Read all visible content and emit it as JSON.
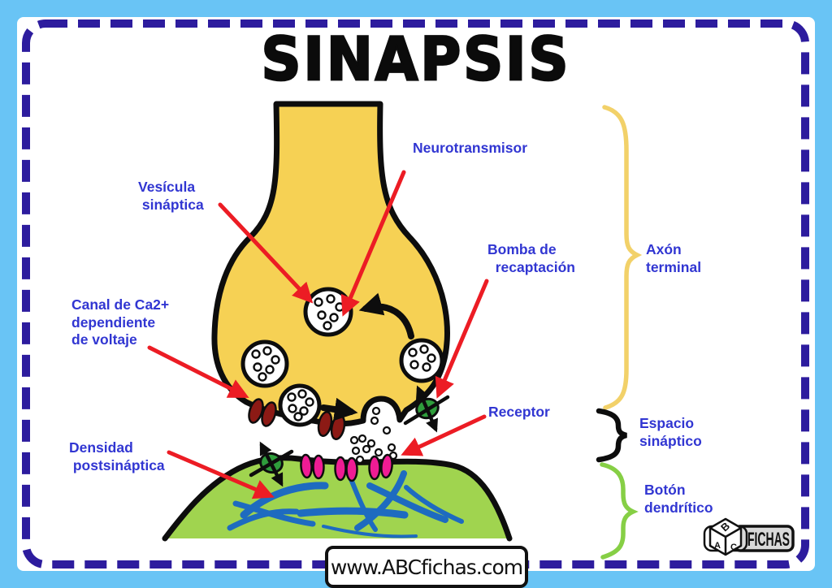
{
  "title": "SINAPSIS",
  "diagram_labels": {
    "neurotransmitter": "Neurotransmisor",
    "synaptic_vesicle": "Vesícula\n sináptica",
    "reuptake_pump": "Bomba de\n  recaptación",
    "calcium_channel": "Canal de Ca2+\ndependiente\nde voltaje",
    "postsynaptic_density": "Densidad\n postsináptica",
    "receptor": "Receptor",
    "axon_terminal": "Axón\nterminal",
    "synaptic_space": "Espacio\nsináptico",
    "dendritic_button": "Botón\ndendrítico"
  },
  "watermark": "www.ABCfichas.com",
  "logo": {
    "cube_top": "B",
    "cube_left": "A",
    "cube_right": "C",
    "brand": "FICHAS"
  },
  "colors": {
    "frame_blue": "#69c4f5",
    "dash_indigo": "#2d1c9e",
    "axon_yellow": "#f6d154",
    "dendrite_green": "#a0d44f",
    "pump_green": "#2f9e3c",
    "channel_maroon": "#8c1a15",
    "receptor_pink": "#ef1c94",
    "filament_blue": "#1e6bc0",
    "label_blue": "#3136d2",
    "arrow_red": "#ec1c24",
    "brace_yellow": "#f2d169",
    "brace_green": "#86cf45",
    "outline_black": "#0d0d0d"
  }
}
